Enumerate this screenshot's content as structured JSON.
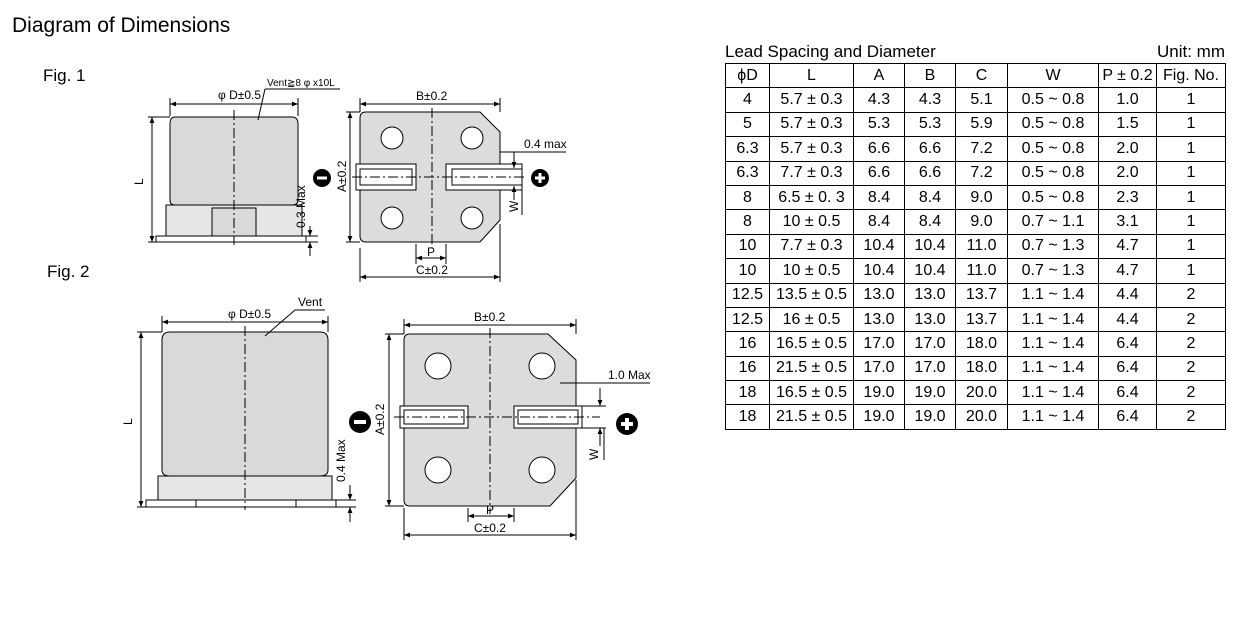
{
  "title": "Diagram of Dimensions",
  "fig1": {
    "label": "Fig. 1",
    "diameter_label": "φ D±0.5",
    "vent_label": "Vent≧8 φ x10L",
    "length_label": "L",
    "height_label": "0.3 Max",
    "b_label": "B±0.2",
    "a_label": "A±0.2",
    "max_label": "0.4 max",
    "w_label": "W",
    "p_label": "P",
    "c_label": "C±0.2"
  },
  "fig2": {
    "label": "Fig. 2",
    "diameter_label": "φ D±0.5",
    "vent_label": "Vent",
    "length_label": "L",
    "height_label": "0.4 Max",
    "b_label": "B±0.2",
    "a_label": "A±0.2",
    "max_label": "1.0 Max",
    "w_label": "W",
    "p_label": "P",
    "c_label": "C±0.2"
  },
  "table": {
    "caption": "Lead Spacing and Diameter",
    "unit": "Unit: mm",
    "headers": [
      "ϕD",
      "L",
      "A",
      "B",
      "C",
      "W",
      "P ± 0.2",
      "Fig. No."
    ],
    "rows": [
      [
        "4",
        "5.7 ± 0.3",
        "4.3",
        "4.3",
        "5.1",
        "0.5 ~ 0.8",
        "1.0",
        "1"
      ],
      [
        "5",
        "5.7 ± 0.3",
        "5.3",
        "5.3",
        "5.9",
        "0.5 ~ 0.8",
        "1.5",
        "1"
      ],
      [
        "6.3",
        "5.7 ± 0.3",
        "6.6",
        "6.6",
        "7.2",
        "0.5 ~ 0.8",
        "2.0",
        "1"
      ],
      [
        "6.3",
        "7.7 ± 0.3",
        "6.6",
        "6.6",
        "7.2",
        "0.5 ~ 0.8",
        "2.0",
        "1"
      ],
      [
        "8",
        "6.5 ± 0. 3",
        "8.4",
        "8.4",
        "9.0",
        "0.5 ~ 0.8",
        "2.3",
        "1"
      ],
      [
        "8",
        "10 ± 0.5",
        "8.4",
        "8.4",
        "9.0",
        "0.7 ~ 1.1",
        "3.1",
        "1"
      ],
      [
        "10",
        "7.7 ± 0.3",
        "10.4",
        "10.4",
        "11.0",
        "0.7 ~ 1.3",
        "4.7",
        "1"
      ],
      [
        "10",
        "10 ± 0.5",
        "10.4",
        "10.4",
        "11.0",
        "0.7 ~ 1.3",
        "4.7",
        "1"
      ],
      [
        "12.5",
        "13.5 ± 0.5",
        "13.0",
        "13.0",
        "13.7",
        "1.1 ~ 1.4",
        "4.4",
        "2"
      ],
      [
        "12.5",
        "16 ± 0.5",
        "13.0",
        "13.0",
        "13.7",
        "1.1 ~ 1.4",
        "4.4",
        "2"
      ],
      [
        "16",
        "16.5 ± 0.5",
        "17.0",
        "17.0",
        "18.0",
        "1.1 ~ 1.4",
        "6.4",
        "2"
      ],
      [
        "16",
        "21.5 ± 0.5",
        "17.0",
        "17.0",
        "18.0",
        "1.1 ~ 1.4",
        "6.4",
        "2"
      ],
      [
        "18",
        "16.5 ± 0.5",
        "19.0",
        "19.0",
        "20.0",
        "1.1 ~ 1.4",
        "6.4",
        "2"
      ],
      [
        "18",
        "21.5 ± 0.5",
        "19.0",
        "19.0",
        "20.0",
        "1.1 ~ 1.4",
        "6.4",
        "2"
      ]
    ]
  }
}
